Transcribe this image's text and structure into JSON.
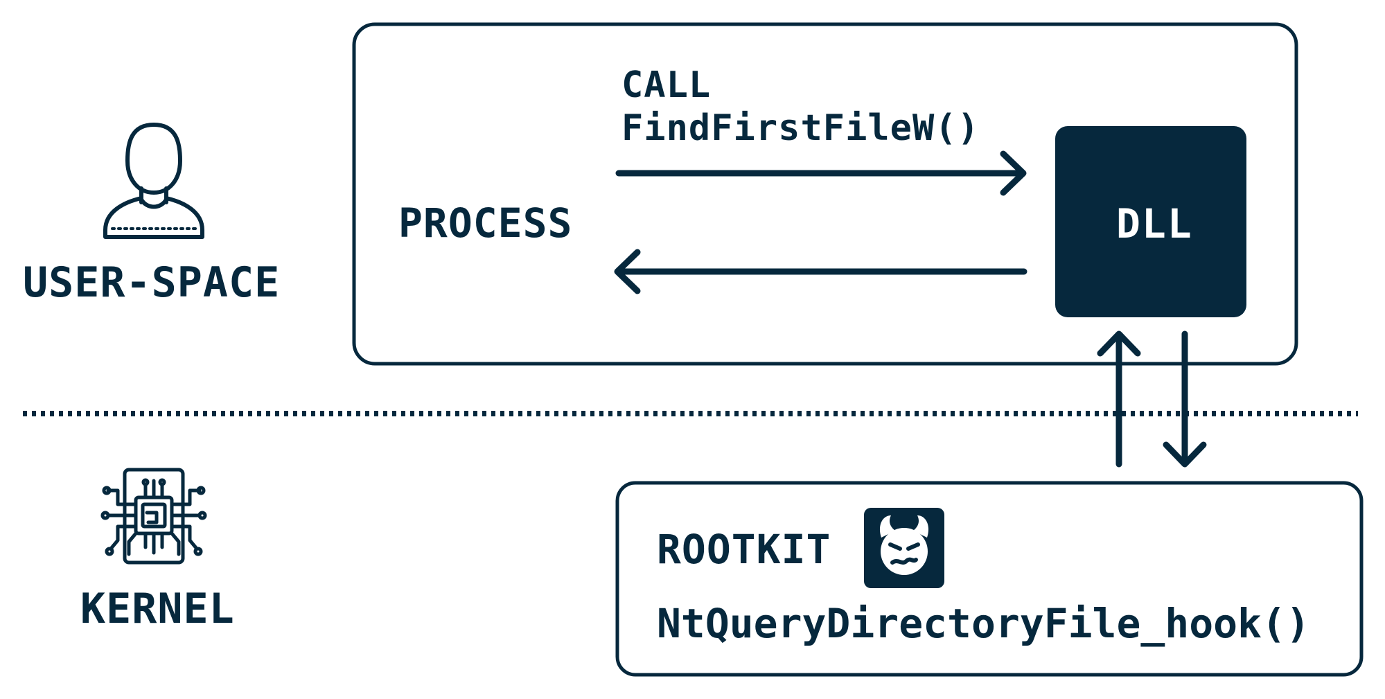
{
  "zones": {
    "user_space": "USER-SPACE",
    "kernel": "KERNEL"
  },
  "process_box": {
    "title": "PROCESS",
    "call_line1": "CALL",
    "call_line2": "FindFirstFileW()"
  },
  "dll_box": {
    "title": "DLL"
  },
  "rootkit_box": {
    "title": "ROOTKIT",
    "hook_function": "NtQueryDirectoryFile_hook()"
  },
  "icons": {
    "user": "user-icon",
    "kernel": "circuit-chip-icon",
    "rootkit": "devil-face-icon"
  },
  "colors": {
    "ink": "#06283d",
    "background": "#ffffff",
    "dll_text": "#ffffff"
  }
}
